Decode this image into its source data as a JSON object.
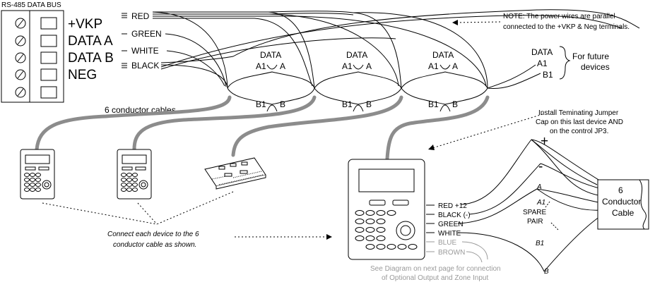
{
  "title": "RS-485 DATA BUS",
  "terminals": {
    "vkp": "+VKP",
    "data_a": "DATA A",
    "data_b": "DATA B",
    "neg": "NEG"
  },
  "wire_labels": {
    "red": "RED",
    "green": "GREEN",
    "white": "WHITE",
    "black": "BLACK"
  },
  "note": {
    "line1": "NOTE: The power wires are parallel",
    "line2": "connected to the +VKP & Neg terminals."
  },
  "junctions": [
    {
      "data": "DATA",
      "a1": "A1",
      "a": "A",
      "b1": "B1",
      "b": "B"
    },
    {
      "data": "DATA",
      "a1": "A1",
      "a": "A",
      "b1": "B1",
      "b": "B"
    },
    {
      "data": "DATA",
      "a1": "A1",
      "a": "A",
      "b1": "B1",
      "b": "B"
    }
  ],
  "future": {
    "data": "DATA",
    "a1": "A1",
    "b1": "B1",
    "line1": "For future",
    "line2": "devices"
  },
  "cable_label": "6 conductor cables",
  "jumper_note": {
    "line1": "Install Teminating Jumper",
    "line2": "Cap on this last device AND",
    "line3": "on the control JP3."
  },
  "connect_note": {
    "line1": "Connect each device to the 6",
    "line2": "conductor cable as shown."
  },
  "keypad_wires": {
    "red": "RED +12",
    "black": "BLACK (-)",
    "green": "GREEN",
    "white": "WHITE",
    "blue": "BLUE",
    "brown": "BROWN"
  },
  "see_diagram": {
    "line1": "See Diagram on next page for connection",
    "line2": "of Optional Output and Zone Input"
  },
  "cable_box": {
    "line1": "6",
    "line2": "Conductor",
    "line3": "Cable"
  },
  "fan_labels": {
    "plus": "+",
    "minus": "-",
    "a": "A",
    "a1": "A1",
    "b1": "B1",
    "b": "B",
    "spare1": "SPARE",
    "spare2": "PAIR"
  },
  "colors": {
    "cable_gray": "#8c8c8c",
    "line": "#000000",
    "faded_text": "#9a9a9a"
  }
}
